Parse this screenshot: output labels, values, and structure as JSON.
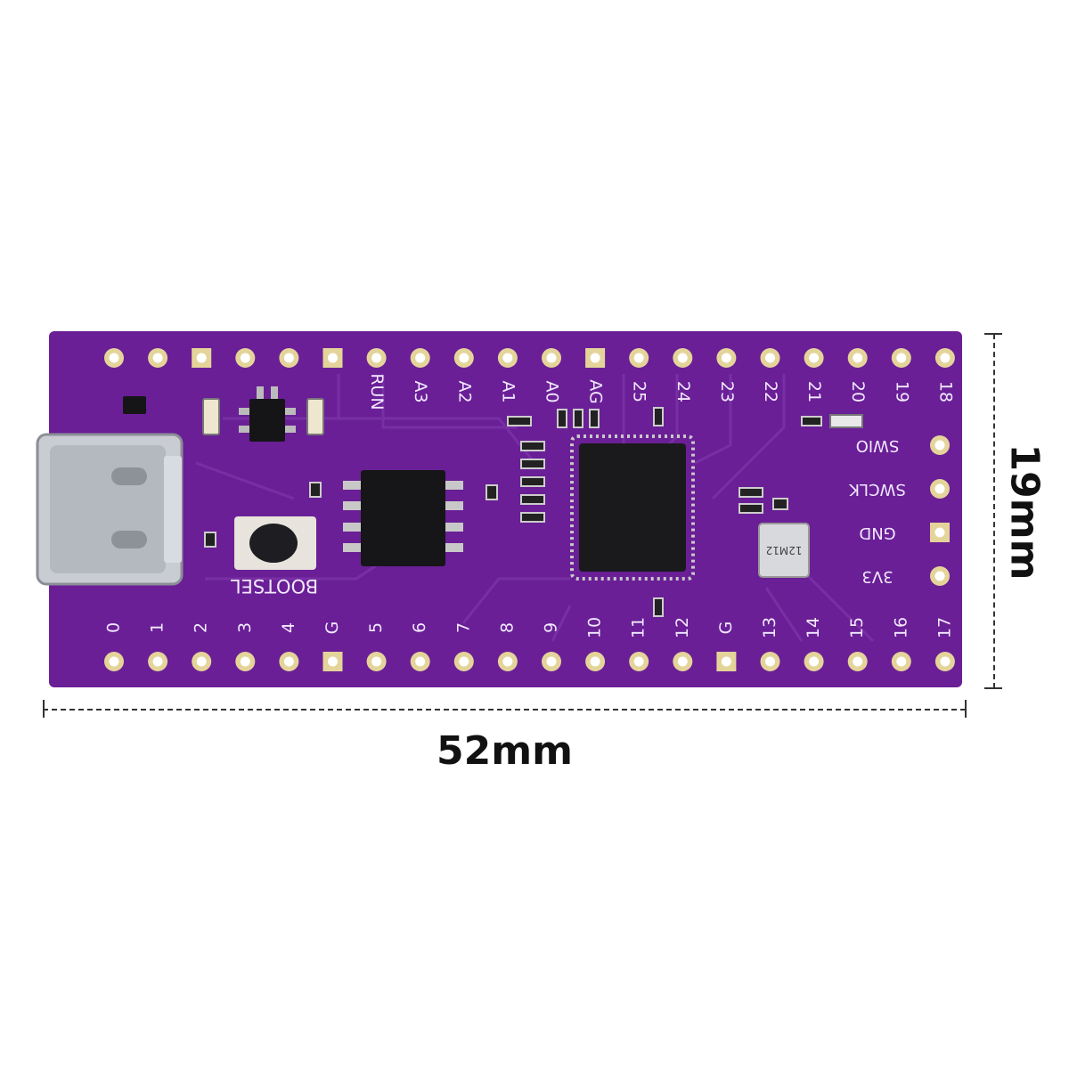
{
  "dimensions": {
    "width_label": "52mm",
    "height_label": "19mm"
  },
  "board": {
    "color": "#6a1f96",
    "pad_color": "#e4d49a",
    "silk_color": "#f1e8ff",
    "top_pin_labels": [
      "RUN",
      "A3",
      "A2",
      "A1",
      "A0",
      "AG",
      "25",
      "24",
      "23",
      "22",
      "21",
      "20",
      "19",
      "18"
    ],
    "bottom_pin_labels": [
      "0",
      "1",
      "2",
      "3",
      "4",
      "G",
      "5",
      "6",
      "7",
      "8",
      "9",
      "10",
      "11",
      "12",
      "G",
      "13",
      "14",
      "15",
      "16",
      "17"
    ],
    "side_pin_labels": [
      "SWIO",
      "SWCLK",
      "GND",
      "3V3"
    ],
    "button_label": "BOOTSEL",
    "crystal_label": "12M12"
  }
}
